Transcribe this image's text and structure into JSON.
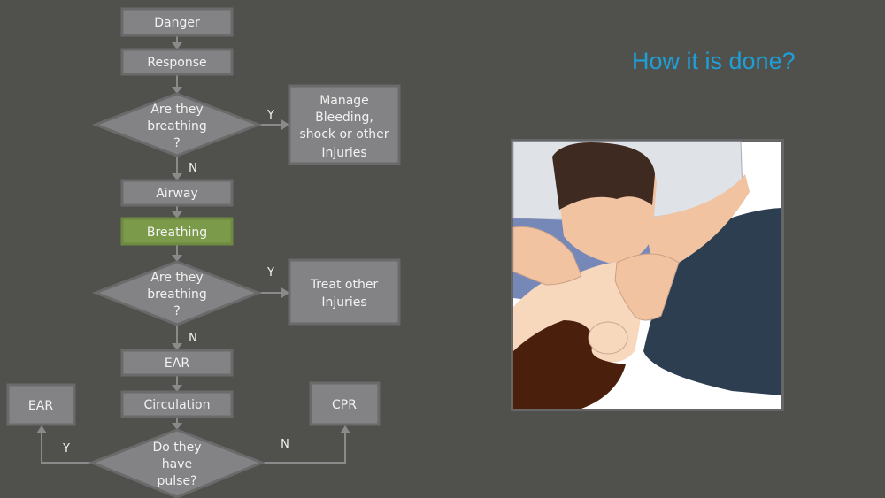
{
  "title": "How it is done?",
  "flowchart": {
    "danger": "Danger",
    "response": "Response",
    "decision1": [
      "Are they",
      "breathing",
      "?"
    ],
    "manage": [
      "Manage",
      "Bleeding,",
      "shock or other",
      "Injuries"
    ],
    "airway": "Airway",
    "breathing": "Breathing",
    "decision2": [
      "Are they",
      "breathing",
      "?"
    ],
    "treat": [
      "Treat other",
      "Injuries"
    ],
    "ear": "EAR",
    "circulation": "Circulation",
    "decision3": [
      "Do they",
      "have",
      "pulse?"
    ],
    "ear_left": "EAR",
    "cpr": "CPR",
    "yes": "Y",
    "no": "N"
  },
  "image": {
    "subject": "rescue-breathing-illustration"
  },
  "colors": {
    "background": "#50504c",
    "box": "#838385",
    "highlight": "#7b9a4a",
    "title": "#1e9fd8"
  }
}
